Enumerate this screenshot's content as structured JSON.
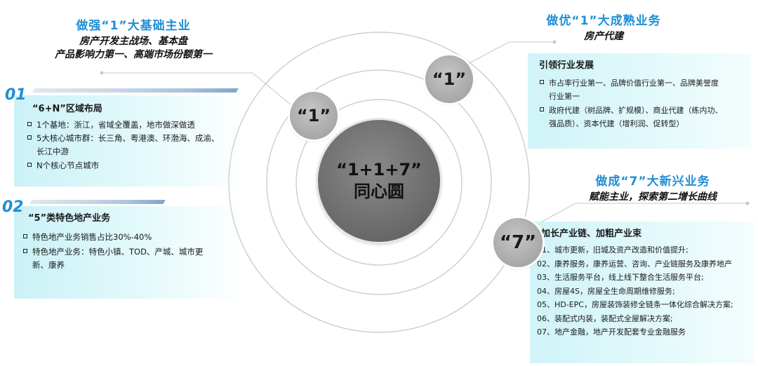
{
  "center": {
    "line1": "“1+1+7”",
    "line2": "同心圆"
  },
  "bubbles": {
    "left": "“1”",
    "top_right": "“1”",
    "bottom_right": "“7”"
  },
  "header_left": {
    "title": "做强“1”大基础主业",
    "sub1": "房产开发主战场、基本盘",
    "sub2": "产品影响力第一、高端市场份额第一"
  },
  "header_right": {
    "title": "做优“1”大成熟业务",
    "sub": "房产代建"
  },
  "header_right_bottom": {
    "title": "做成“7”大新兴业务",
    "sub": "赋能主业，探索第二增长曲线"
  },
  "panel01": {
    "number": "01",
    "title": "“6+N”区域布局",
    "items": [
      "1个基地：浙江，省域全覆盖，地市做深做透",
      "5大核心城市群：长三角、粤港澳、环渤海、成渝、",
      "N个核心节点城市"
    ],
    "item2_cont": "长江中游"
  },
  "panel02": {
    "number": "02",
    "title": "“5”类特色地产业务",
    "items": [
      "特色地产业务销售占比30%-40%",
      "特色地产业务：特色小镇、TOD、产城、城市更"
    ],
    "item2_cont": "新、康养"
  },
  "panel_right_top": {
    "title": "引领行业发展",
    "items": [
      "市占率行业第一、品牌价值行业第一、品牌美誉度",
      "政府代建（树品牌、扩规模）、商业代建（练内功、"
    ],
    "item1_cont": "行业第一",
    "item2_cont": "强品质）、资本代建（增利润、促转型）"
  },
  "panel_right_bottom": {
    "title": "加长产业链、加粗产业束",
    "items": [
      "01、城市更新，旧城及资产改造和价值提升;",
      "02、康养服务，康养运营、咨询、产业链服务及康养地产",
      "03、生活服务平台，线上线下整合生活服务平台;",
      "04、房屋4S，房屋全生命周期维修服务;",
      "05、HD-EPC，房屋装饰装修全链条一体化综合解决方案;",
      "06、装配式内装，装配式全屋解决方案;",
      "07、地产金融，地产开发配套专业金融服务"
    ]
  },
  "colors": {
    "accent": "#1f8fd6",
    "center_fill": "#6e6e6e",
    "bubble_fill": "#a8a8a8",
    "panel_bg": "#d4f3f7"
  }
}
